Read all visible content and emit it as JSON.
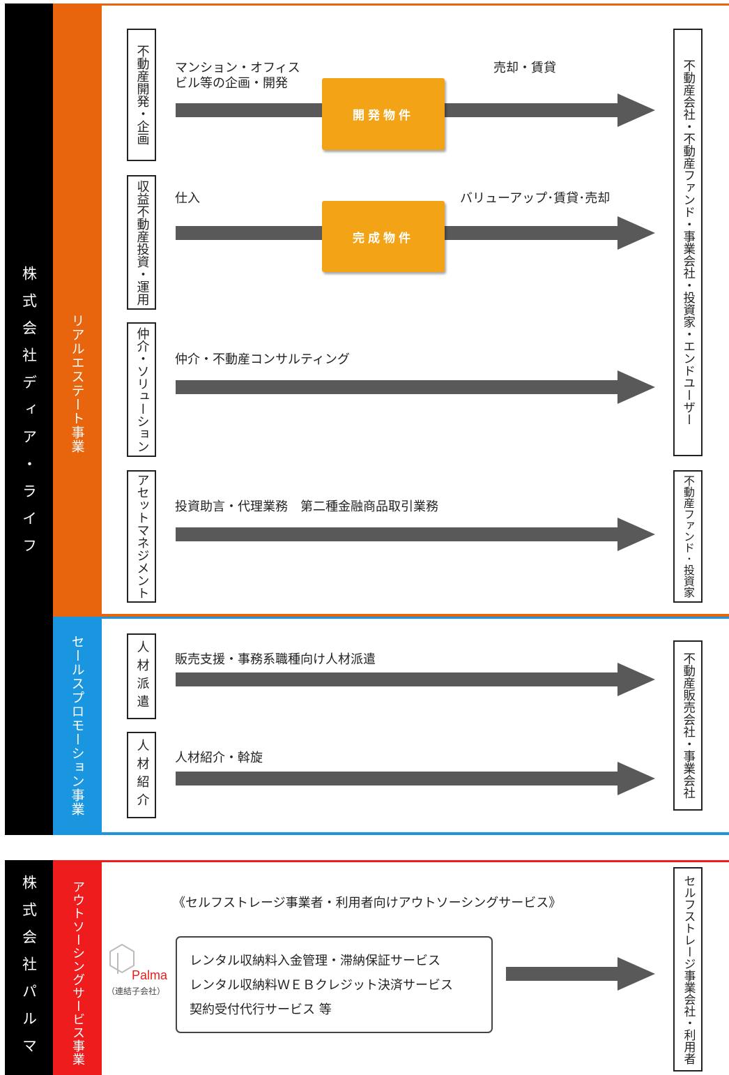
{
  "colors": {
    "black_bar": "#000000",
    "orange": "#e8650d",
    "blue": "#1a96e0",
    "red": "#ee1c1c",
    "arrow": "#595959",
    "box_orange": "#f2a316",
    "palma_logo": "#e3201b"
  },
  "company_top": "株式会社ディア・ライフ",
  "company_bottom": "株式会社パルマ",
  "realestate": {
    "division": "リアルエステート事業",
    "cat_development": "不動産開発・企画",
    "cat_investment": "収益不動産投資・運用",
    "cat_brokerage": "仲介・ソリューション",
    "cat_asset": "アセットマネジメント",
    "dev_label_line1": "マンション・オフィス",
    "dev_label_line2": "ビル等の企画・開発",
    "dev_right_label": "売却・賃貸",
    "dev_box": "開発物件",
    "inv_label": "仕入",
    "inv_right_label": "バリューアップ･賃貸･売却",
    "inv_box": "完成物件",
    "brokerage_label": "仲介・不動産コンサルティング",
    "asset_label": "投資助言・代理業務　第二種金融商品取引業務",
    "customer_main": "不動産会社・不動産ファンド・事業会社・投資家・エンドユーザー",
    "customer_asset": "不動産ファンド･投資家"
  },
  "sales": {
    "division": "セールスプロモーション事業",
    "cat_dispatch": "人材派遣",
    "cat_placement": "人材紹介",
    "dispatch_label": "販売支援・事務系職種向け人材派遣",
    "placement_label": "人材紹介・斡旋",
    "customer": "不動産販売会社・事業会社"
  },
  "outsourcing": {
    "division": "アウトソーシングサービス事業",
    "heading": "《セルフストレージ事業者・利用者向けアウトソーシングサービス》",
    "services": [
      "レンタル収納料入金管理・滞納保証サービス",
      "レンタル収納料ＷＥＢクレジット決済サービス",
      "契約受付代行サービス 等"
    ],
    "logo_name": "Palma",
    "logo_icon": "hexagon-p-logo",
    "logo_caption": "（連結子会社）",
    "customer": "セルフストレージ事業会社・利用者"
  }
}
